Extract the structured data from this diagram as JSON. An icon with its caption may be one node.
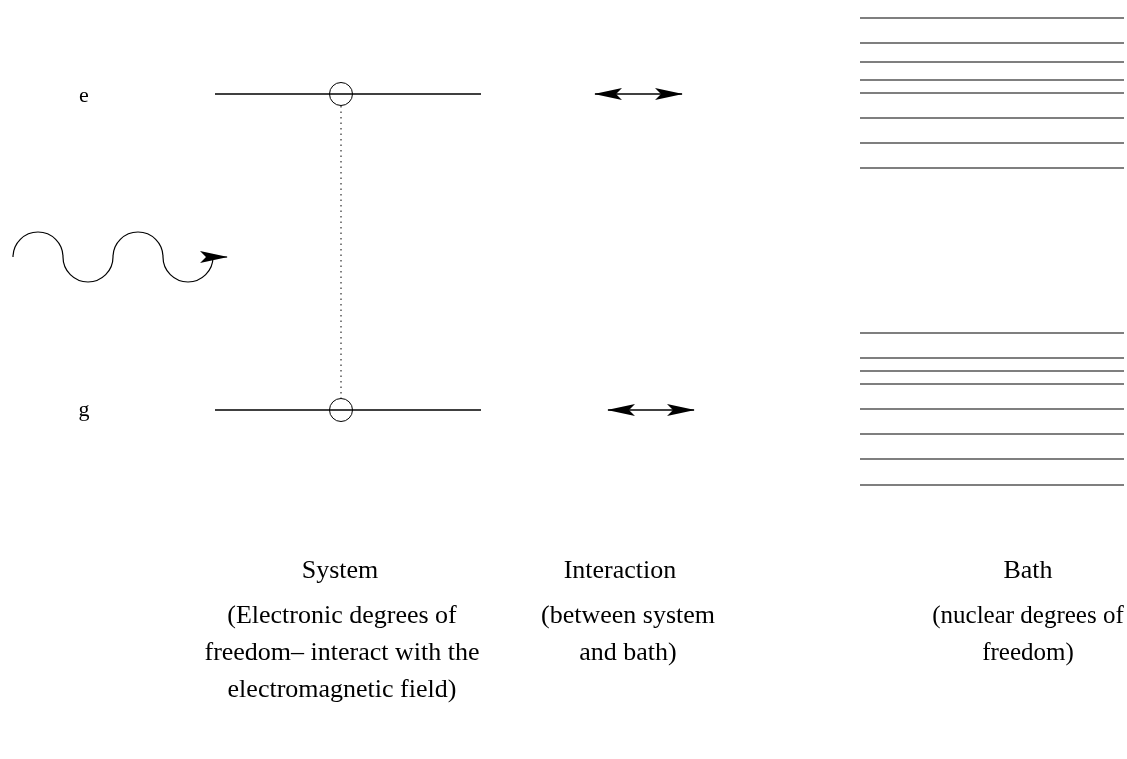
{
  "diagram": {
    "nodes": [
      {
        "text": [],
        "shape": "circle"
      },
      {
        "text": [],
        "shape": "circle"
      }
    ],
    "edges": [
      {
        "from": 0,
        "to": 1,
        "arrow": "none",
        "style": "dashed"
      }
    ],
    "labels": [
      "e",
      "g",
      "System",
      "Interaction",
      "Bath",
      "(Electronic degrees of freedom– interact with the electromagnetic field)",
      "(between system and bath)",
      "(nuclear degrees of freedom)"
    ]
  }
}
